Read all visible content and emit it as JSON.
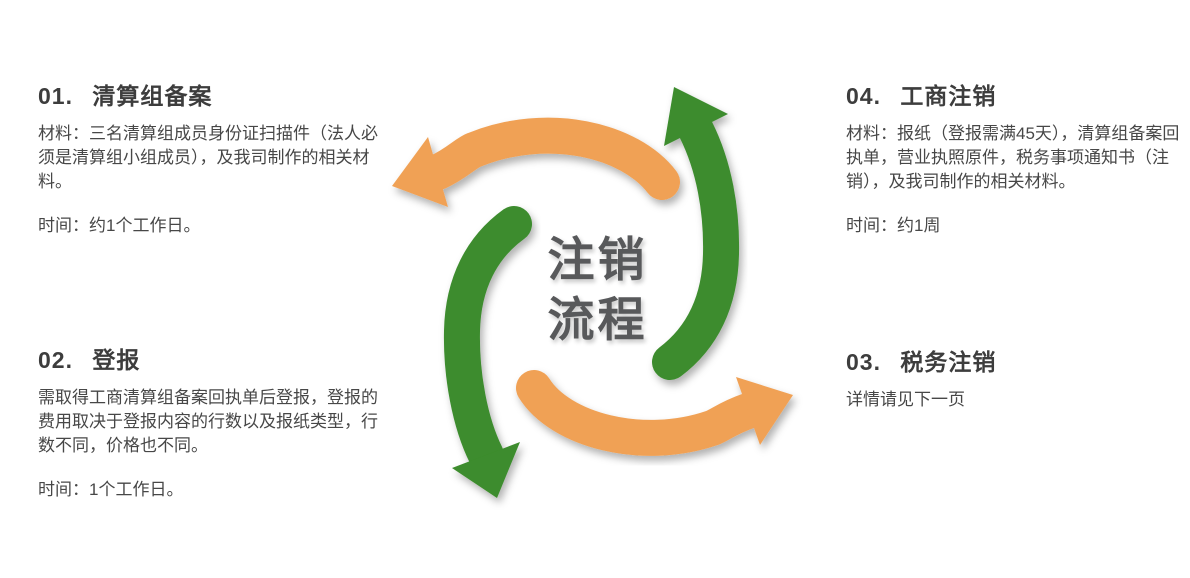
{
  "center": {
    "line1": "注销",
    "line2": "流程"
  },
  "steps": [
    {
      "number": "01.",
      "title": "清算组备案",
      "body": "材料：三名清算组成员身份证扫描件（法人必须是清算组小组成员），及我司制作的相关材料。",
      "time": "时间：约1个工作日。"
    },
    {
      "number": "02.",
      "title": "登报",
      "body": "需取得工商清算组备案回执单后登报，登报的费用取决于登报内容的行数以及报纸类型，行数不同，价格也不同。",
      "time": "时间：1个工作日。"
    },
    {
      "number": "03.",
      "title": "税务注销",
      "body": "详情请见下一页",
      "time": ""
    },
    {
      "number": "04.",
      "title": "工商注销",
      "body": "材料：报纸（登报需满45天），清算组备案回执单，营业执照原件，税务事项通知书（注销），及我司制作的相关材料。",
      "time": "时间：约1周"
    }
  ],
  "colors": {
    "orange": "#F0A155",
    "green": "#3C8C2D",
    "heading_text": "#3D3D3D",
    "body_text": "#474747",
    "center_text": "#58595B"
  },
  "arrows": [
    {
      "name": "top-arrow",
      "color_key": "orange",
      "direction": "left"
    },
    {
      "name": "right-arrow",
      "color_key": "green",
      "direction": "up"
    },
    {
      "name": "left-arrow",
      "color_key": "green",
      "direction": "down"
    },
    {
      "name": "bottom-arrow",
      "color_key": "orange",
      "direction": "right"
    }
  ]
}
